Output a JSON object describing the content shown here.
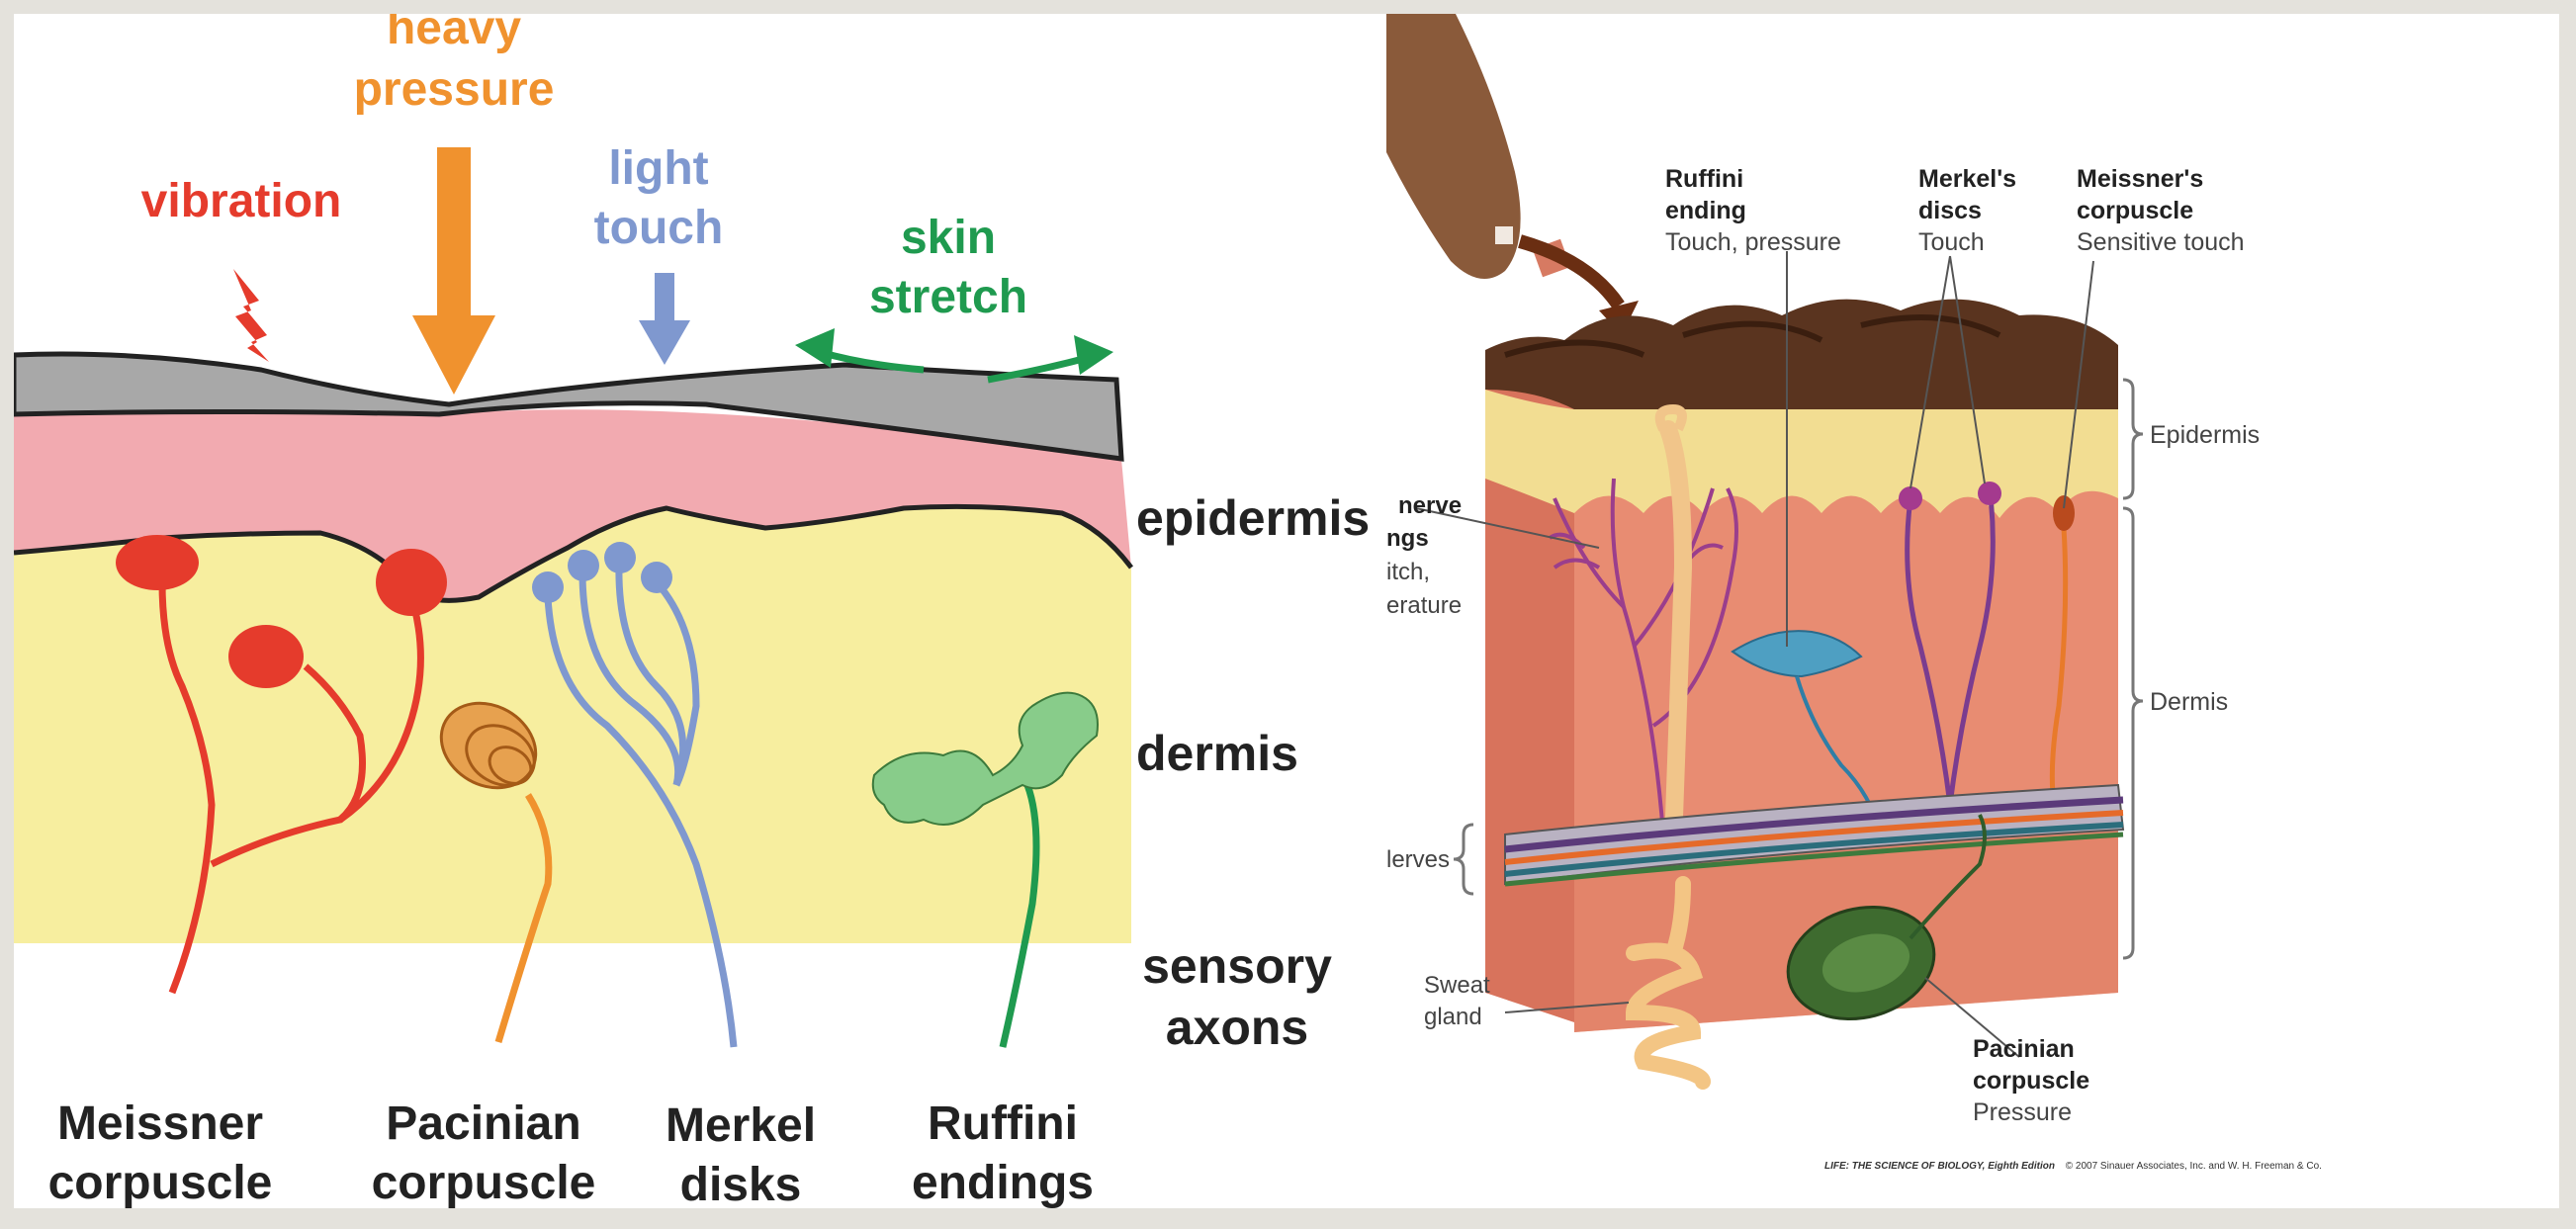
{
  "left_diagram": {
    "stimuli": {
      "vibration": "vibration",
      "heavy_pressure": [
        "heavy",
        "pressure"
      ],
      "light_touch": [
        "light",
        "touch"
      ],
      "skin_stretch": [
        "skin",
        "stretch"
      ]
    },
    "layers": {
      "epidermis": "epidermis",
      "dermis": "dermis",
      "sensory_axons": [
        "sensory",
        "axons"
      ]
    },
    "receptors": [
      [
        "Meissner",
        "corpuscle"
      ],
      [
        "Pacinian",
        "corpuscle"
      ],
      [
        "Merkel",
        "disks"
      ],
      [
        "Ruffini",
        "endings"
      ]
    ],
    "colors": {
      "vibration": "#e53b2c",
      "heavy_pressure": "#f0922e",
      "light_touch": "#7f98cf",
      "skin_stretch": "#1f9a4f",
      "stratum": "#a8a8a8",
      "epidermis": "#f2aab0",
      "dermis": "#f7ee9f"
    }
  },
  "right_diagram": {
    "receptor_labels": {
      "ruffini": {
        "name": [
          "Ruffini",
          "ending"
        ],
        "function": "Touch, pressure"
      },
      "merkel": {
        "name": [
          "Merkel's",
          "discs"
        ],
        "function": "Touch"
      },
      "meissner": {
        "name": [
          "Meissner's",
          "corpuscle"
        ],
        "function": "Sensitive touch"
      },
      "free_nerve": {
        "name": [
          "nerve",
          "ngs"
        ],
        "function": [
          "itch,",
          "erature"
        ]
      },
      "pacinian": {
        "name": [
          "Pacinian",
          "corpuscle"
        ],
        "function": "Pressure"
      },
      "sweat_gland": [
        "Sweat",
        "gland"
      ],
      "nerves": "lerves"
    },
    "layer_labels": {
      "epidermis": "Epidermis",
      "dermis": "Dermis"
    },
    "credit_bold": "LIFE: THE SCIENCE OF BIOLOGY, Eighth Edition",
    "credit_rest": "© 2007 Sinauer Associates, Inc. and W. H. Freeman & Co.",
    "colors": {
      "skin_surface": "#5a341f",
      "epidermis": "#f2dd92",
      "dermis": "#e88c72",
      "nerve_bundle": "#5b3a7a"
    }
  }
}
